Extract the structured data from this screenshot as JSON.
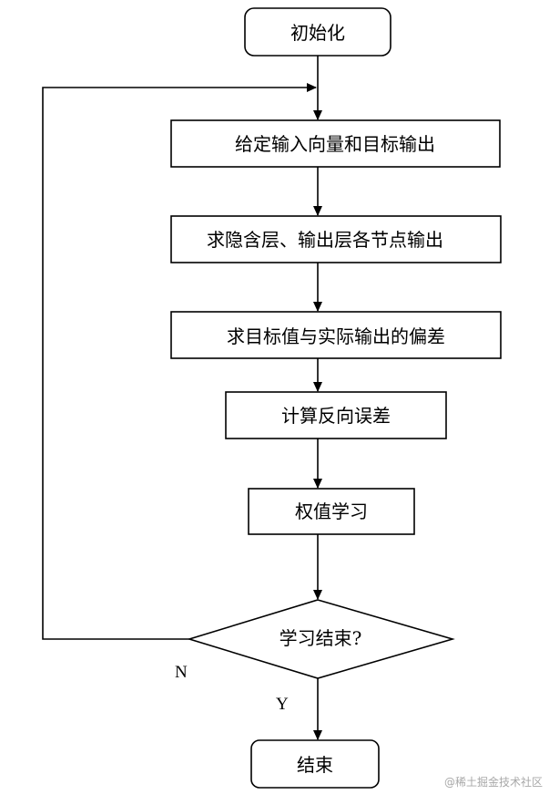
{
  "flowchart": {
    "start": "初始化",
    "steps": [
      "给定输入向量和目标输出",
      "求隐含层、输出层各节点输出",
      "求目标值与实际输出的偏差",
      "计算反向误差",
      "权值学习"
    ],
    "decision": "学习结束?",
    "end": "结束",
    "branch_no": "N",
    "branch_yes": "Y"
  },
  "watermark": "@稀土掘金技术社区",
  "colors": {
    "stroke": "#000000",
    "background": "#ffffff",
    "watermark": "#a8a8a8"
  }
}
